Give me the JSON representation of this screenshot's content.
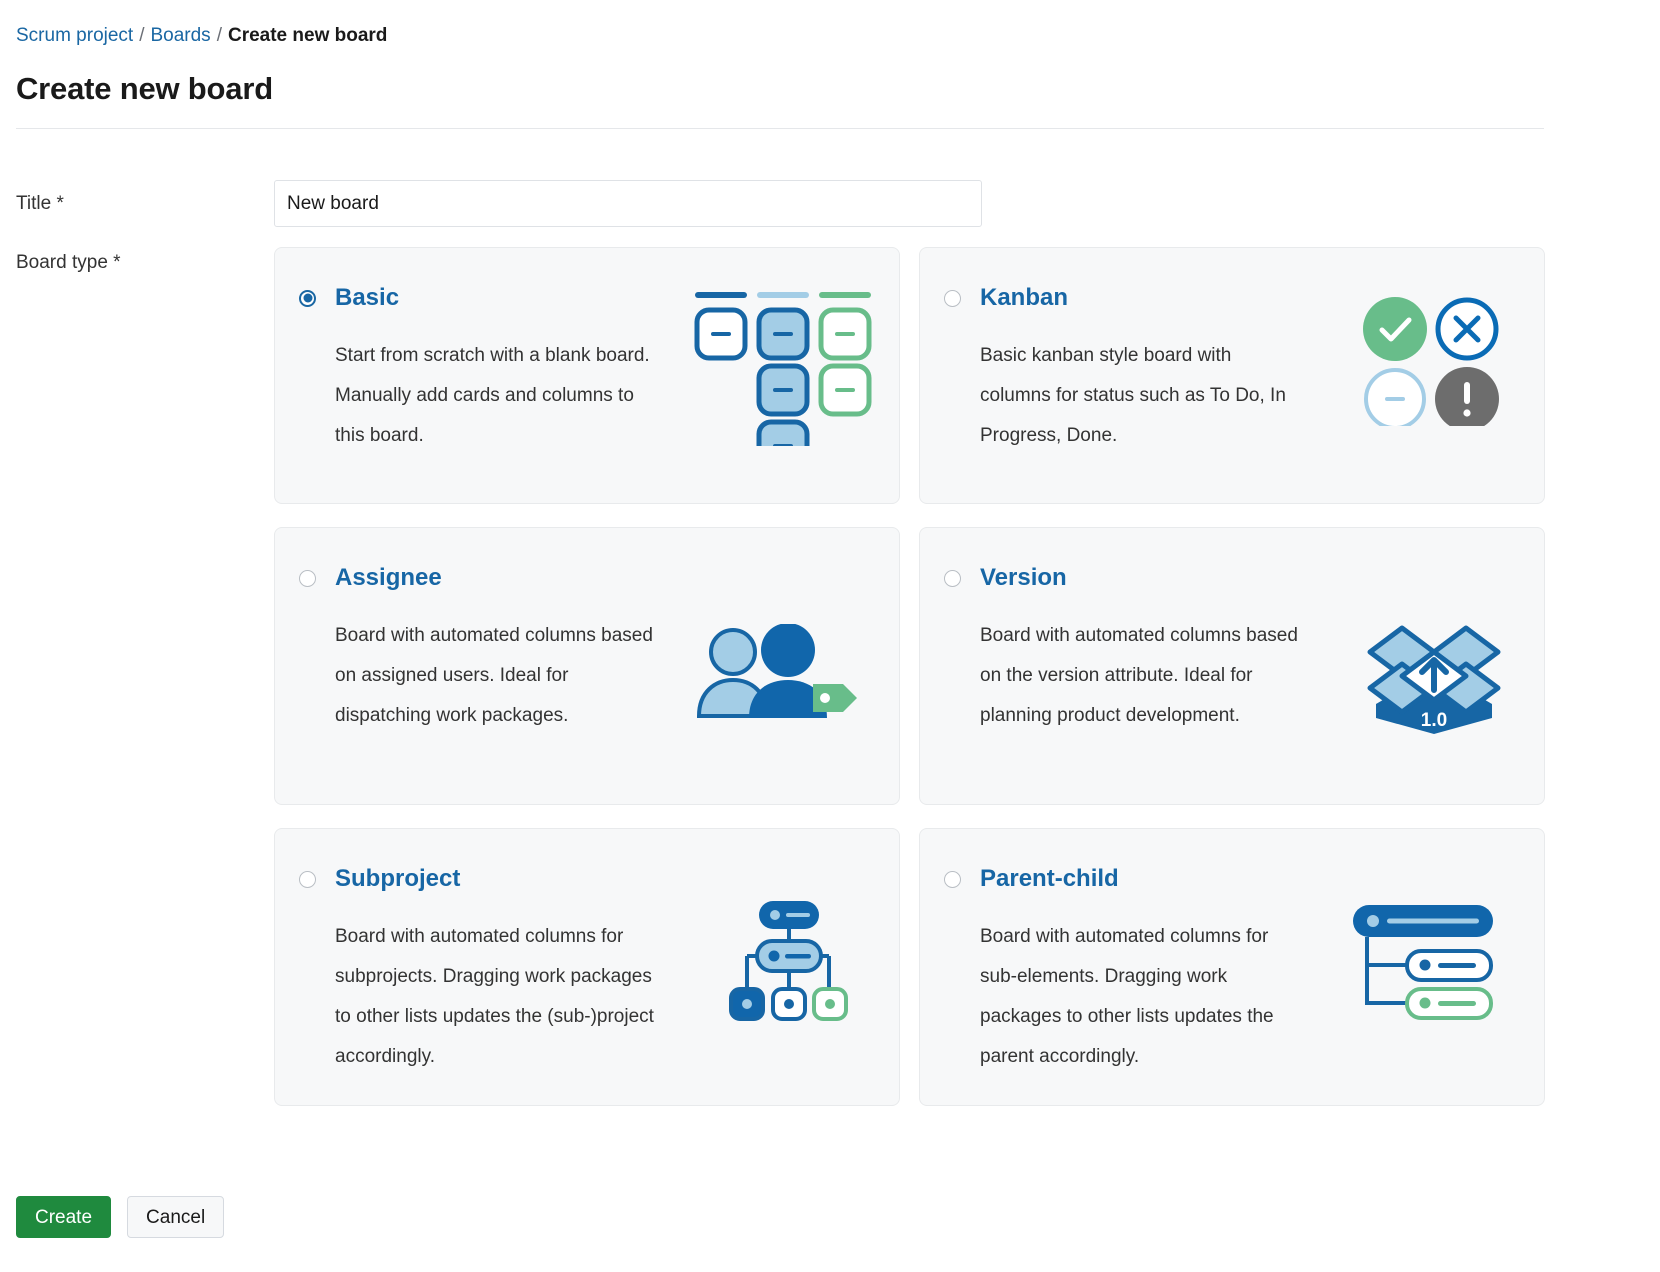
{
  "breadcrumb": {
    "project": "Scrum project",
    "section": "Boards",
    "current": "Create new board",
    "separator": "/"
  },
  "page_title": "Create new board",
  "form": {
    "title_label": "Title *",
    "title_value": "New board",
    "title_placeholder": "",
    "board_type_label": "Board type *"
  },
  "board_types": [
    {
      "id": "basic",
      "label": "Basic",
      "description": "Start from scratch with a blank board. Manually add cards and columns to this board.",
      "selected": true,
      "icon": "blank-board-icon"
    },
    {
      "id": "kanban",
      "label": "Kanban",
      "description": "Basic kanban style board with columns for status such as To Do, In Progress, Done.",
      "selected": false,
      "icon": "status-circles-icon"
    },
    {
      "id": "assignee",
      "label": "Assignee",
      "description": "Board with automated columns based on assigned users. Ideal for dispatching work packages.",
      "selected": false,
      "icon": "users-icon"
    },
    {
      "id": "version",
      "label": "Version",
      "description": "Board with automated columns based on the version attribute. Ideal for planning product development.",
      "selected": false,
      "icon": "version-box-icon",
      "badge": "1.0"
    },
    {
      "id": "subproject",
      "label": "Subproject",
      "description": "Board with automated columns for subprojects. Dragging work packages to other lists updates the (sub-)project accordingly.",
      "selected": false,
      "icon": "hierarchy-tree-icon"
    },
    {
      "id": "parent-child",
      "label": "Parent-child",
      "description": "Board with automated columns for sub-elements. Dragging work packages to other lists updates the parent accordingly.",
      "selected": false,
      "icon": "parent-child-tree-icon"
    }
  ],
  "actions": {
    "create_label": "Create",
    "cancel_label": "Cancel"
  },
  "colors": {
    "link": "#1a67a3",
    "accent_blue": "#1766a5",
    "light_blue": "#a3cde6",
    "green": "#68bd8a",
    "grey": "#6d6d6d",
    "create_green": "#1f8a3e",
    "card_bg": "#f7f8f9"
  }
}
